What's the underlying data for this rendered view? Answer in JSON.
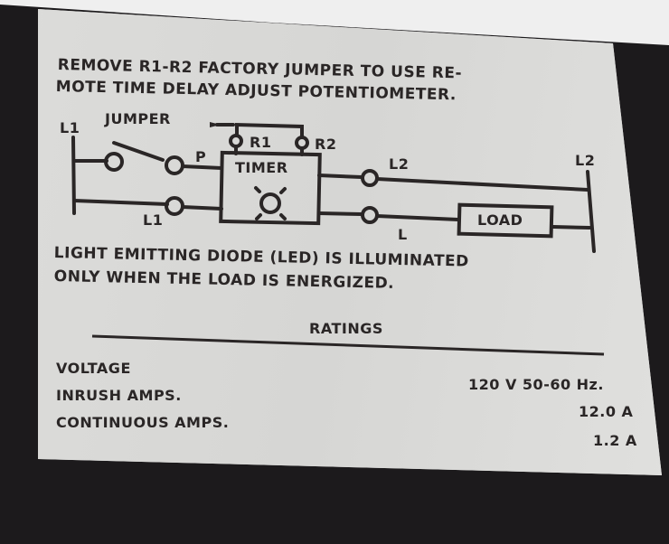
{
  "label": {
    "instruction": {
      "line1": "REMOVE   R1-R2  FACTORY  JUMPER  TO  USE  RE-",
      "line2": "MOTE  TIME  DELAY  ADJUST  POTENTIOMETER."
    },
    "diagram": {
      "left_rail": "L1",
      "jumper_label": "JUMPER",
      "terminal_p": "P",
      "terminal_r1": "R1",
      "terminal_r2": "R2",
      "timer_label": "TIMER",
      "lower_l1": "L1",
      "terminal_l2": "L2",
      "terminal_l": "L",
      "right_rail": "L2",
      "load_label": "LOAD",
      "led_icon": "led-icon"
    },
    "led_note": {
      "line1": "LIGHT   EMITTING   DIODE (LED)  IS   ILLUMINATED",
      "line2": "ONLY  WHEN  THE  LOAD  IS  ENERGIZED."
    },
    "ratings": {
      "title": "RATINGS",
      "rows": [
        {
          "name": "VOLTAGE",
          "value": "120 V  50-60 Hz."
        },
        {
          "name": "INRUSH  AMPS.",
          "value": "12.0 A"
        },
        {
          "name": "CONTINUOUS  AMPS.",
          "value": "1.2 A"
        }
      ]
    }
  }
}
